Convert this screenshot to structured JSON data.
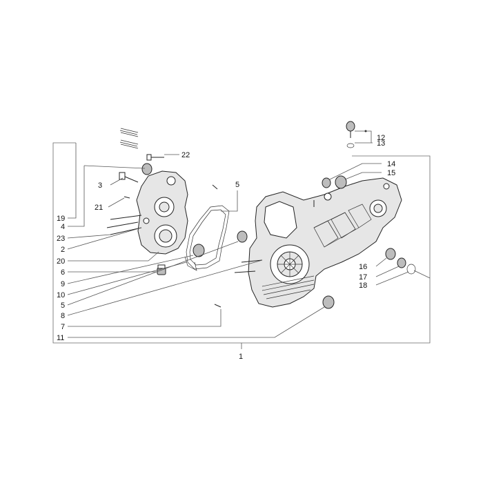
{
  "callouts": [
    {
      "id": "1",
      "label": "1"
    },
    {
      "id": "2",
      "label": "2"
    },
    {
      "id": "3",
      "label": "3"
    },
    {
      "id": "4",
      "label": "4"
    },
    {
      "id": "5a",
      "label": "5"
    },
    {
      "id": "5b",
      "label": "5"
    },
    {
      "id": "6",
      "label": "6"
    },
    {
      "id": "7",
      "label": "7"
    },
    {
      "id": "8",
      "label": "8"
    },
    {
      "id": "9",
      "label": "9"
    },
    {
      "id": "10",
      "label": "10"
    },
    {
      "id": "11",
      "label": "11"
    },
    {
      "id": "12",
      "label": "12"
    },
    {
      "id": "13",
      "label": "13"
    },
    {
      "id": "14",
      "label": "14"
    },
    {
      "id": "15",
      "label": "15"
    },
    {
      "id": "16",
      "label": "16"
    },
    {
      "id": "17",
      "label": "17"
    },
    {
      "id": "18",
      "label": "18"
    },
    {
      "id": "19",
      "label": "19"
    },
    {
      "id": "20",
      "label": "20"
    },
    {
      "id": "21",
      "label": "21"
    },
    {
      "id": "22",
      "label": "22"
    },
    {
      "id": "23",
      "label": "23"
    }
  ]
}
